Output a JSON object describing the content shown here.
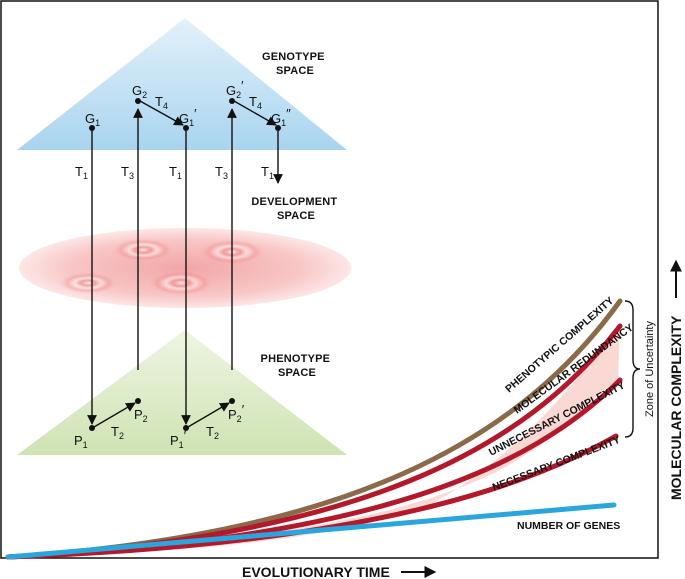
{
  "colors": {
    "genotype_fill": "#a9d4ef",
    "development_fill": "#f7b2b2",
    "phenotype_fill": "#d6e7bd",
    "phenotypic_curve": "#8b6a4a",
    "red_curves": "#b3182b",
    "zone_fill": "#f9d2ce",
    "genes_line": "#29a6de"
  },
  "spaces": {
    "genotype": [
      "GENOTYPE",
      "SPACE"
    ],
    "development": [
      "DEVELOPMENT",
      "SPACE"
    ],
    "phenotype": [
      "PHENOTYPE",
      "SPACE"
    ]
  },
  "genotype_nodes": [
    {
      "base": "G",
      "sub": "1"
    },
    {
      "base": "G",
      "sub": "2"
    },
    {
      "base": "G",
      "sub": "1",
      "prime": "′"
    },
    {
      "base": "G",
      "sub": "2",
      "prime": "′"
    },
    {
      "base": "G",
      "sub": "1",
      "prime": "″"
    }
  ],
  "phenotype_nodes": [
    {
      "base": "P",
      "sub": "1"
    },
    {
      "base": "P",
      "sub": "2"
    },
    {
      "base": "P",
      "sub": "1",
      "prime": "′"
    },
    {
      "base": "P",
      "sub": "2",
      "prime": "′"
    }
  ],
  "transitions": [
    {
      "base": "T",
      "sub": "1"
    },
    {
      "base": "T",
      "sub": "3"
    },
    {
      "base": "T",
      "sub": "1"
    },
    {
      "base": "T",
      "sub": "3"
    },
    {
      "base": "T",
      "sub": "1"
    },
    {
      "base": "T",
      "sub": "4"
    },
    {
      "base": "T",
      "sub": "4"
    },
    {
      "base": "T",
      "sub": "2"
    },
    {
      "base": "T",
      "sub": "2"
    }
  ],
  "curves": {
    "phenotypic": "PHENOTYPIC COMPLEXITY",
    "redundancy": "MOLECULAR REDUNDANCY",
    "unnecessary": "UNNECESSARY COMPLEXITY",
    "necessary": "NECESSARY COMPLEXITY",
    "genes": "NUMBER OF GENES"
  },
  "zone_label": "Zone of Uncertainty",
  "x_axis_label": "EVOLUTIONARY TIME",
  "y_axis_label": "MOLECULAR COMPLEXITY"
}
